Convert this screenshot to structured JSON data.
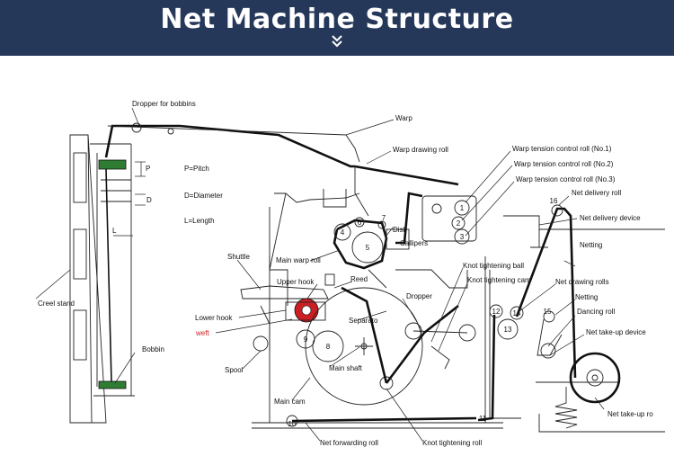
{
  "header": {
    "title": "Net Machine Structure",
    "chevron": "»"
  },
  "colors": {
    "banner": "#26385a",
    "accent_red": "#cc1f24",
    "bobbin_green": "#2e7d32"
  },
  "labels": {
    "dropper_for_bobbins": "Dropper for bobbins",
    "warp": "Warp",
    "warp_drawing_roll": "Warp drawing roll",
    "warp_tension_1": "Warp tension control roll (No.1)",
    "warp_tension_2": "Warp tension control roll (No.2)",
    "warp_tension_3": "Warp tension control roll (No.3)",
    "net_delivery_roll": "Net delivery roll",
    "net_delivery_device": "Net delivery device",
    "netting_1": "Netting",
    "net_drawing_rolls": "Net drawing rolls",
    "netting_2": "Netting",
    "dancing_roll": "Dancing roll",
    "net_take_up_device": "Net take-up device",
    "net_take_up_roll": "Net take-up ro",
    "pitch": "P=Pitch",
    "diameter": "D=Diameter",
    "length": "L=Length",
    "p": "P",
    "d": "D",
    "l": "L",
    "creel_stand": "Creel stand",
    "bobbin": "Bobbin",
    "shuttle": "Shuttle",
    "main_warp_roll": "Main warp roll",
    "disk": "Disk",
    "callipers": "Callipers",
    "upper_hook": "Upper hook",
    "reed": "Reed",
    "lower_hook": "Lower hook",
    "weft": "weft",
    "spool": "Spool",
    "main_shaft": "Main shaft",
    "main_cam": "Main cam",
    "separato": "Separato",
    "dropper": "Dropper",
    "knot_tightening_ball": "Knot tightening ball",
    "knot_tightening_cam": "Knot tightening cam",
    "net_forwarding_roll": "Net forwarding roll",
    "knot_tightening_roll": "Knot tightening roll"
  },
  "numbers": {
    "n1": "1",
    "n2": "2",
    "n3": "3",
    "n4": "4",
    "n5": "5",
    "n6": "6",
    "n7": "7",
    "n8": "8",
    "n9": "9",
    "n10": "10",
    "n11": "11",
    "n12": "12",
    "n13": "13",
    "n14": "14",
    "n15": "15",
    "n16": "16"
  }
}
